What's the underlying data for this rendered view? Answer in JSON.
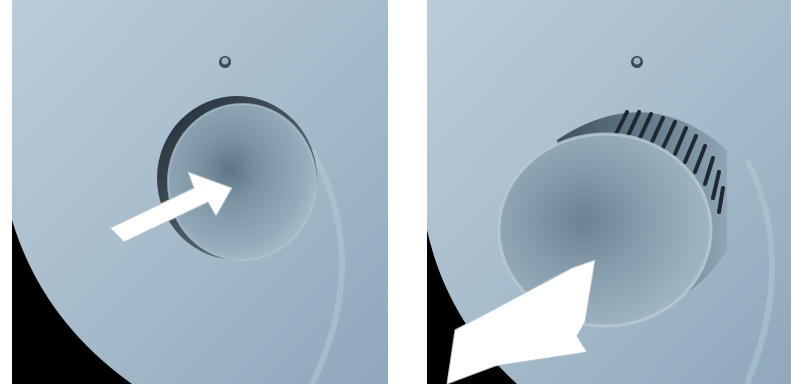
{
  "figure": {
    "panels": [
      {
        "id": "pushed",
        "state": "knob-pressed-in",
        "arrow_direction": "inward",
        "icon": "arrow-in-icon"
      },
      {
        "id": "released",
        "state": "knob-popped-out",
        "arrow_direction": "outward",
        "icon": "arrow-out-icon"
      }
    ],
    "colors": {
      "panel_surface": "#a9bfcf",
      "panel_shadow": "#000000",
      "knob_face": "#8ea5b5",
      "arrow_fill": "#ffffff"
    }
  }
}
